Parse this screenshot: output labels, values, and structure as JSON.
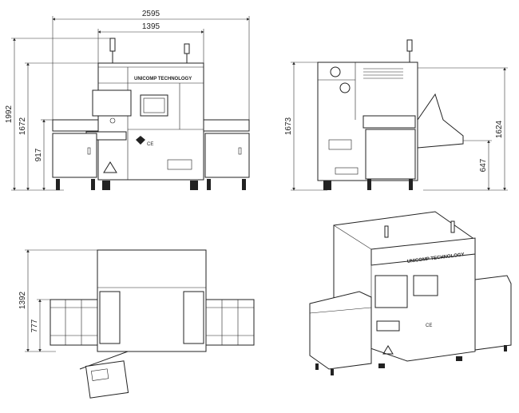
{
  "title": "Machine dimension drawing",
  "brand": "UNICOMP TECHNOLOGY",
  "ce_mark": "CE",
  "front_view": {
    "overall_width": "2595",
    "cabinet_width": "1395",
    "overall_height": "1992",
    "cabinet_height": "1672",
    "conveyor_height": "917"
  },
  "side_view": {
    "cabinet_height": "1673",
    "tower_height": "1624",
    "conveyor_height": "647"
  },
  "top_view": {
    "depth": "1392",
    "conveyor_depth": "777"
  },
  "colors": {
    "line": "#222222",
    "background": "#ffffff"
  }
}
